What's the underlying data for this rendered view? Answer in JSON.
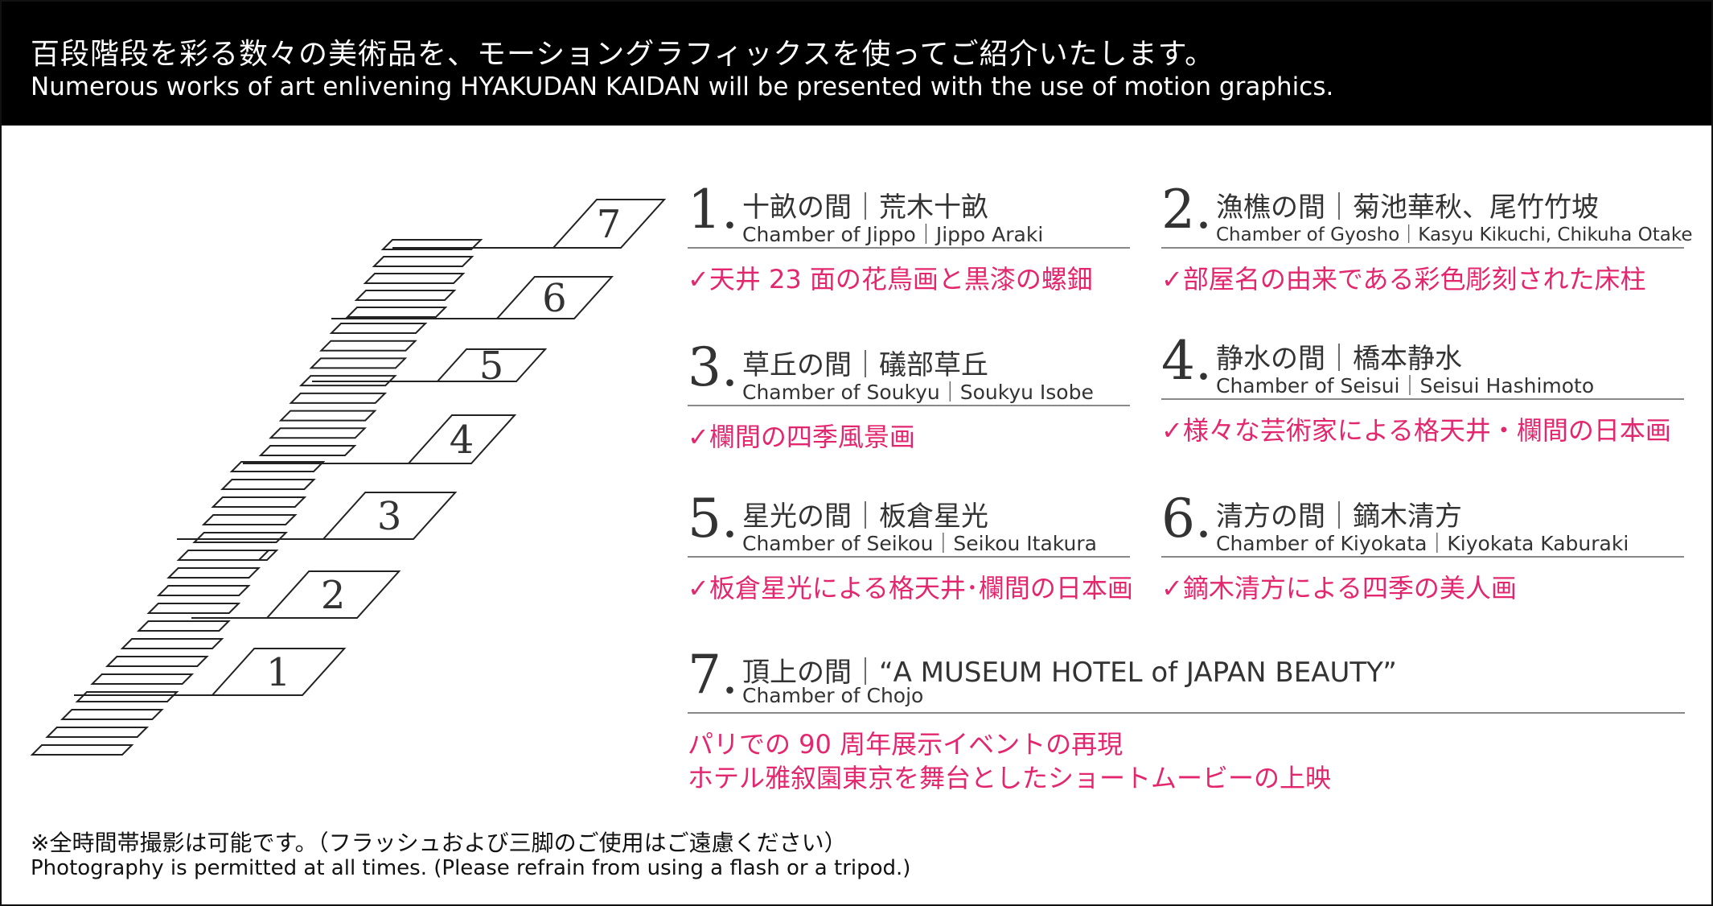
{
  "header": {
    "title_jp": "百段階段を彩る数々の美術品を、モーショングラフィックスを使ってご紹介いたします。",
    "title_en": "Numerous works of art enlivening HYAKUDAN KAIDAN will be presented with the use of motion graphics."
  },
  "floors": [
    "1",
    "2",
    "3",
    "4",
    "5",
    "6",
    "7"
  ],
  "rooms": [
    {
      "number": "1.",
      "jp": "十畝の間｜荒木十畝",
      "en": "Chamber of Jippo｜Jippo Araki",
      "feature": "✓天井 23 面の花鳥画と黒漆の螺鈿"
    },
    {
      "number": "2.",
      "jp": "漁樵の間｜菊池華秋、尾竹竹坡",
      "en": "Chamber of Gyosho｜Kasyu Kikuchi, Chikuha Otake",
      "feature": "✓部屋名の由来である彩色彫刻された床柱"
    },
    {
      "number": "3.",
      "jp": "草丘の間｜礒部草丘",
      "en": "Chamber of Soukyu｜Soukyu Isobe",
      "feature": "✓欄間の四季風景画"
    },
    {
      "number": "4.",
      "jp": "静水の間｜橋本静水",
      "en": "Chamber of Seisui｜Seisui Hashimoto",
      "feature": "✓様々な芸術家による格天井・欄間の日本画"
    },
    {
      "number": "5.",
      "jp": "星光の間｜板倉星光",
      "en": "Chamber of Seikou｜Seikou Itakura",
      "feature": "✓板倉星光による格天井･欄間の日本画"
    },
    {
      "number": "6.",
      "jp": "清方の間｜鏑木清方",
      "en": "Chamber of Kiyokata｜Kiyokata Kaburaki",
      "feature": "✓鏑木清方による四季の美人画"
    },
    {
      "number": "7.",
      "jp": "頂上の間｜“A MUSEUM HOTEL of JAPAN BEAUTY”",
      "en": "Chamber of Chojo",
      "feature": "パリでの 90 周年展示イベントの再現",
      "feature2": "ホテル雅叙園東京を舞台としたショートムービーの上映"
    }
  ],
  "footer": {
    "note_jp": "※全時間帯撮影は可能です。（フラッシュおよび三脚のご使用はご遠慮ください）",
    "note_en": "Photography is permitted at all times. (Please refrain from using a flash or a tripod.)"
  },
  "colors": {
    "accent": "#e2276f",
    "banner": "#000000",
    "text": "#222222"
  }
}
